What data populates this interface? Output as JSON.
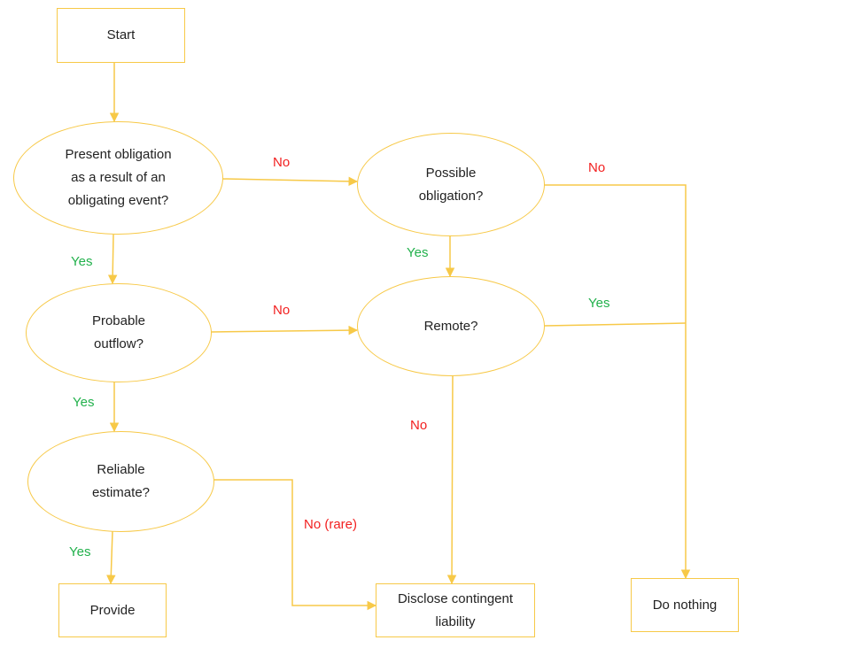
{
  "colors": {
    "line": "#f7c948",
    "no_label": "#f21f1f",
    "yes_label": "#22b14c",
    "text": "#222222"
  },
  "nodes": {
    "start": "Start",
    "present_obligation": "Present obligation\nas a result of an\nobligating event?",
    "possible_obligation": "Possible\nobligation?",
    "probable_outflow": "Probable\noutflow?",
    "remote": "Remote?",
    "reliable_estimate": "Reliable\nestimate?",
    "provide": "Provide",
    "disclose": "Disclose contingent\nliability",
    "do_nothing": "Do nothing"
  },
  "edge_labels": {
    "present_no": "No",
    "present_yes": "Yes",
    "possible_no": "No",
    "possible_yes": "Yes",
    "probable_no": "No",
    "probable_yes": "Yes",
    "remote_yes": "Yes",
    "remote_no": "No",
    "reliable_no": "No (rare)",
    "reliable_yes": "Yes"
  }
}
